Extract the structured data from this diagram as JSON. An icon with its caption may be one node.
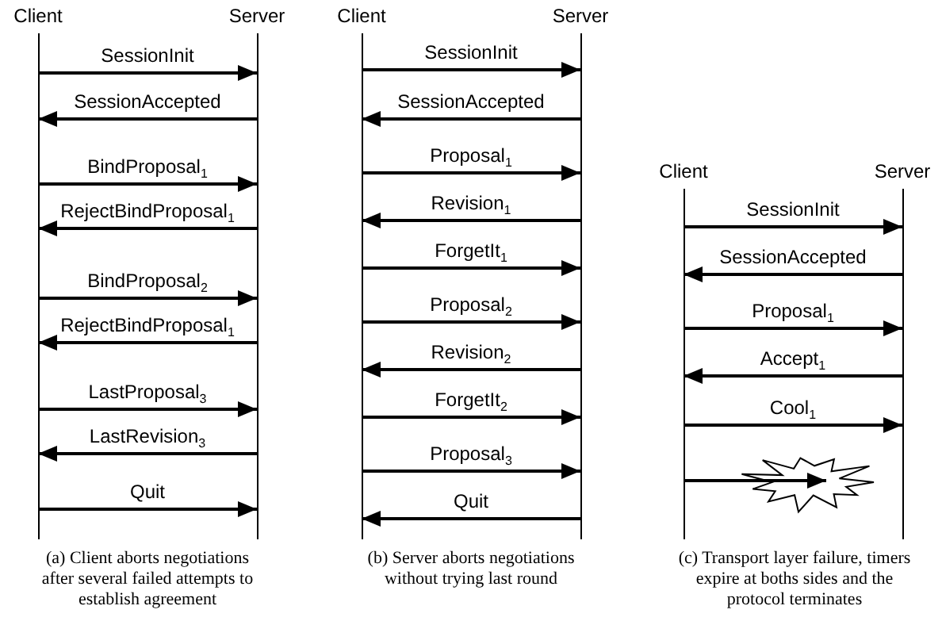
{
  "diagram": {
    "nodes": [
      {
        "text": [
          "Client"
        ]
      },
      {
        "text": [
          "Server"
        ]
      },
      {
        "text": [
          "Client"
        ]
      },
      {
        "text": [
          "Server"
        ]
      },
      {
        "text": [
          "Client"
        ]
      },
      {
        "text": [
          "Server"
        ]
      },
      {
        "text": [],
        "shape": "explosion"
      }
    ],
    "edges": [
      {
        "from": 0,
        "to": 1,
        "arrow": "to",
        "label": "SessionInit"
      },
      {
        "from": 1,
        "to": 0,
        "arrow": "to",
        "label": "SessionAccepted"
      },
      {
        "from": 0,
        "to": 1,
        "arrow": "to",
        "label": "BindProposal$_{1}$"
      },
      {
        "from": 1,
        "to": 0,
        "arrow": "to",
        "label": "RejectBindProposal$_{1}$"
      },
      {
        "from": 0,
        "to": 1,
        "arrow": "to",
        "label": "BindProposal$_{2}$"
      },
      {
        "from": 1,
        "to": 0,
        "arrow": "to",
        "label": "RejectBindProposal$_{1}$"
      },
      {
        "from": 0,
        "to": 1,
        "arrow": "to",
        "label": "LastProposal$_{3}$"
      },
      {
        "from": 1,
        "to": 0,
        "arrow": "to",
        "label": "LastRevision$_{3}$"
      },
      {
        "from": 0,
        "to": 1,
        "arrow": "to",
        "label": "Quit"
      },
      {
        "from": 2,
        "to": 3,
        "arrow": "to",
        "label": "SessionInit"
      },
      {
        "from": 3,
        "to": 2,
        "arrow": "to",
        "label": "SessionAccepted"
      },
      {
        "from": 2,
        "to": 3,
        "arrow": "to",
        "label": "Proposal$_{1}$"
      },
      {
        "from": 3,
        "to": 2,
        "arrow": "to",
        "label": "Revision$_{1}$"
      },
      {
        "from": 2,
        "to": 3,
        "arrow": "to",
        "label": "ForgetIt$_{1}$"
      },
      {
        "from": 2,
        "to": 3,
        "arrow": "to",
        "label": "Proposal$_{2}$"
      },
      {
        "from": 3,
        "to": 2,
        "arrow": "to",
        "label": "Revision$_{2}$"
      },
      {
        "from": 2,
        "to": 3,
        "arrow": "to",
        "label": "ForgetIt$_{2}$"
      },
      {
        "from": 2,
        "to": 3,
        "arrow": "to",
        "label": "Proposal$_{3}$"
      },
      {
        "from": 3,
        "to": 2,
        "arrow": "to",
        "label": "Quit"
      },
      {
        "from": 4,
        "to": 5,
        "arrow": "to",
        "label": "SessionInit"
      },
      {
        "from": 5,
        "to": 4,
        "arrow": "to",
        "label": "SessionAccepted"
      },
      {
        "from": 4,
        "to": 5,
        "arrow": "to",
        "label": "Proposal$_{1}$"
      },
      {
        "from": 5,
        "to": 4,
        "arrow": "to",
        "label": "Accept$_{1}$"
      },
      {
        "from": 4,
        "to": 5,
        "arrow": "to",
        "label": "Cool$_{1}$"
      },
      {
        "from": 4,
        "to": 6,
        "arrow": "to"
      }
    ],
    "labels": [
      "(a) Client aborts negotiations after several failed attempts to establish agreement",
      "(b) Server aborts negotiations without trying last round",
      "(c) Transport layer failure, timers expire at boths sides and the protocol terminates"
    ]
  }
}
